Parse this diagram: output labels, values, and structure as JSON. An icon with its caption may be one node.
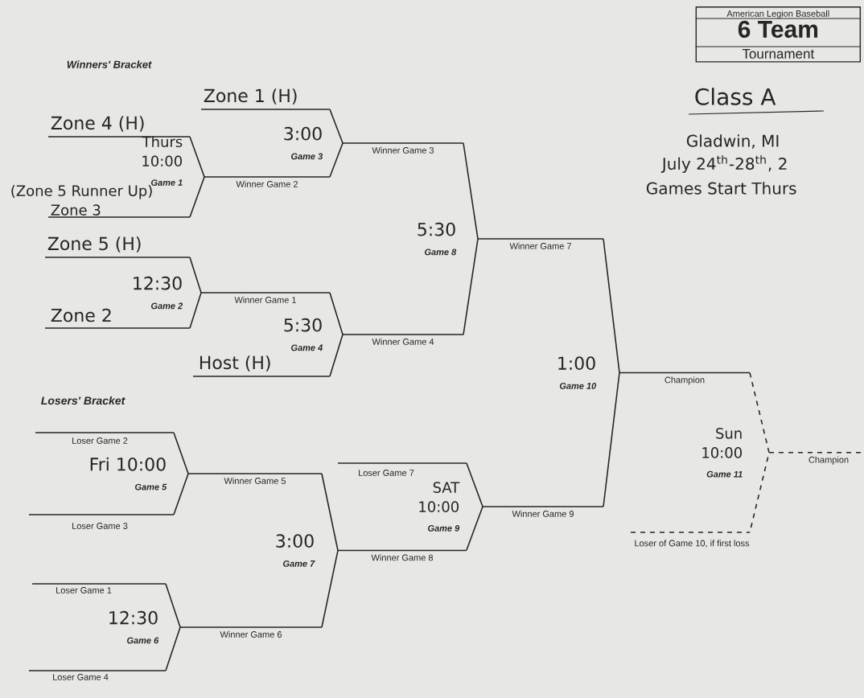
{
  "diagram": {
    "title": "Class A",
    "nodes": [
      {
        "text": [
          "American Legion Baseball",
          "6 Team",
          "Tournament"
        ]
      },
      {
        "text": [
          "Thurs",
          "10:00",
          "Game 1"
        ]
      },
      {
        "text": [
          "12:30",
          "Game 2"
        ]
      },
      {
        "text": [
          "3:00",
          "Game 3"
        ]
      },
      {
        "text": [
          "5:30",
          "Game 4"
        ]
      },
      {
        "text": [
          "Fri 10:00",
          "Game 5"
        ]
      },
      {
        "text": [
          "12:30",
          "Game 6"
        ]
      },
      {
        "text": [
          "3:00",
          "Game 7"
        ]
      },
      {
        "text": [
          "5:30",
          "Game 8"
        ]
      },
      {
        "text": [
          "SAT",
          "10:00",
          "Game 9"
        ]
      },
      {
        "text": [
          "1:00",
          "Game 10"
        ]
      },
      {
        "text": [
          "Sun",
          "10:00",
          "Game 11"
        ]
      },
      {
        "text": [
          "Zone 4 (H)"
        ]
      },
      {
        "text": [
          "(Zone 5 Runner Up)",
          "Zone 3"
        ]
      },
      {
        "text": [
          "Zone 1 (H)"
        ]
      },
      {
        "text": [
          "Zone 5 (H)"
        ]
      },
      {
        "text": [
          "Zone 2"
        ]
      },
      {
        "text": [
          "Host (H)"
        ]
      },
      {
        "text": [
          "Loser Game 2"
        ]
      },
      {
        "text": [
          "Loser Game 3"
        ]
      },
      {
        "text": [
          "Loser Game 1"
        ]
      },
      {
        "text": [
          "Loser Game 4"
        ]
      },
      {
        "text": [
          "Loser Game 7"
        ]
      },
      {
        "text": [
          "Loser of Game 10, if first loss"
        ]
      }
    ],
    "edges": [
      {
        "from": 12,
        "to": 1,
        "arrow": "none"
      },
      {
        "from": 13,
        "to": 1,
        "arrow": "none"
      },
      {
        "from": 14,
        "to": 3,
        "arrow": "none"
      },
      {
        "from": 15,
        "to": 2,
        "arrow": "none"
      },
      {
        "from": 16,
        "to": 2,
        "arrow": "none"
      },
      {
        "from": 17,
        "to": 4,
        "arrow": "none"
      },
      {
        "from": 18,
        "to": 5,
        "arrow": "none"
      },
      {
        "from": 19,
        "to": 5,
        "arrow": "none"
      },
      {
        "from": 20,
        "to": 6,
        "arrow": "none"
      },
      {
        "from": 21,
        "to": 6,
        "arrow": "none"
      },
      {
        "from": 22,
        "to": 9,
        "arrow": "none"
      },
      {
        "from": 23,
        "to": 11,
        "arrow": "none",
        "style": "dashed"
      },
      {
        "from": 1,
        "to": 3,
        "arrow": "none",
        "label": "Winner Game 2"
      },
      {
        "from": 2,
        "to": 4,
        "arrow": "none",
        "label": "Winner Game 1"
      },
      {
        "from": 3,
        "to": 8,
        "arrow": "none",
        "label": "Winner Game 3"
      },
      {
        "from": 4,
        "to": 8,
        "arrow": "none",
        "label": "Winner Game 4"
      },
      {
        "from": 8,
        "to": 10,
        "arrow": "none",
        "label": "Winner Game 7"
      },
      {
        "from": 5,
        "to": 7,
        "arrow": "none",
        "label": "Winner Game 5"
      },
      {
        "from": 6,
        "to": 7,
        "arrow": "none",
        "label": "Winner Game 6"
      },
      {
        "from": 7,
        "to": 9,
        "arrow": "none",
        "label": "Winner Game 8"
      },
      {
        "from": 9,
        "to": 10,
        "arrow": "none",
        "label": "Winner Game 9"
      },
      {
        "from": 10,
        "to": 11,
        "arrow": "none",
        "label": "Champion"
      },
      {
        "from": 11,
        "to": null,
        "arrow": "none",
        "label": "Champion",
        "style": "dashed"
      }
    ],
    "labels": [
      "Winners' Bracket",
      "Losers' Bracket",
      "Gladwin, MI",
      "July 24$^{th}$-28$^{th}$, 2",
      "Games Start Thurs"
    ]
  }
}
